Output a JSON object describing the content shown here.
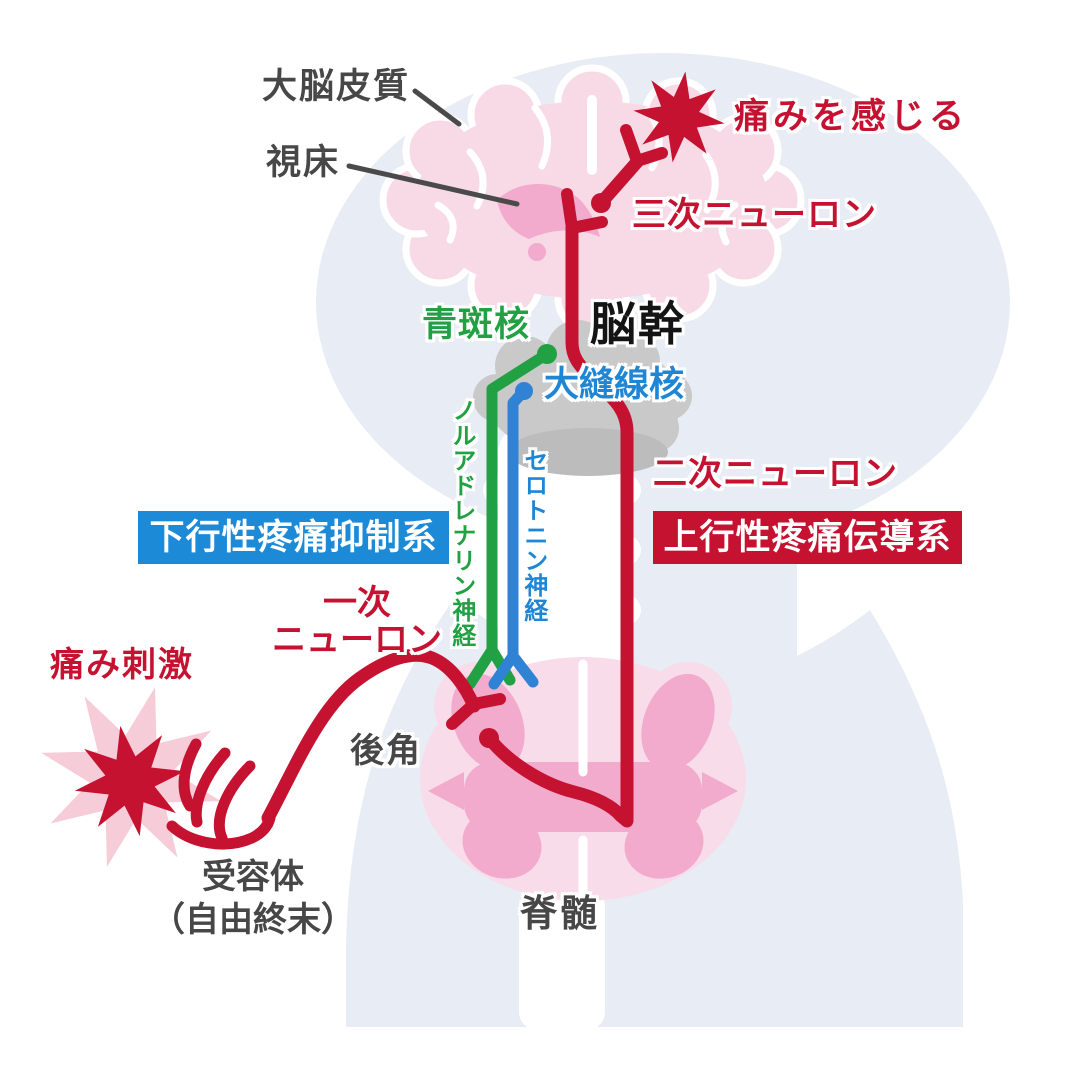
{
  "labels": {
    "cerebral_cortex": "大脳皮質",
    "thalamus": "視床",
    "feel_pain": "痛みを感じる",
    "tertiary_neuron": "三次ニューロン",
    "locus_coeruleus": "青斑核",
    "brainstem": "脳幹",
    "raphe_nucleus": "大縫線核",
    "noradrenaline_nerve": "ノルアドレナリン神経",
    "serotonin_nerve": "セロトニン神経",
    "secondary_neuron": "二次ニューロン",
    "descending_system": "下行性疼痛抑制系",
    "ascending_system": "上行性疼痛伝導系",
    "primary_neuron": "一次\nニューロン",
    "pain_stimulus": "痛み刺激",
    "dorsal_horn": "後角",
    "receptor": "受容体\n（自由終末）",
    "spinal_cord": "脊髄"
  },
  "colors": {
    "nerve_red": "#c51231",
    "nerve_green": "#21a044",
    "nerve_blue": "#2f82d4",
    "badge_blue": "#1d8ad8",
    "badge_red": "#c51231",
    "body_silhouette": "#e8ecf5",
    "brain_pink": "#f8d9e6",
    "deep_pink": "#f2aacd",
    "spinal_outer_pink": "#f9dce9",
    "brainstem_gray": "#c9c9c9",
    "pain_glow_pink": "#f6ccd9",
    "label_dark": "#474747"
  },
  "icons": {
    "pain_burst_top": "8-point starburst",
    "pain_burst_bottom": "8-point starburst with pink glow"
  }
}
